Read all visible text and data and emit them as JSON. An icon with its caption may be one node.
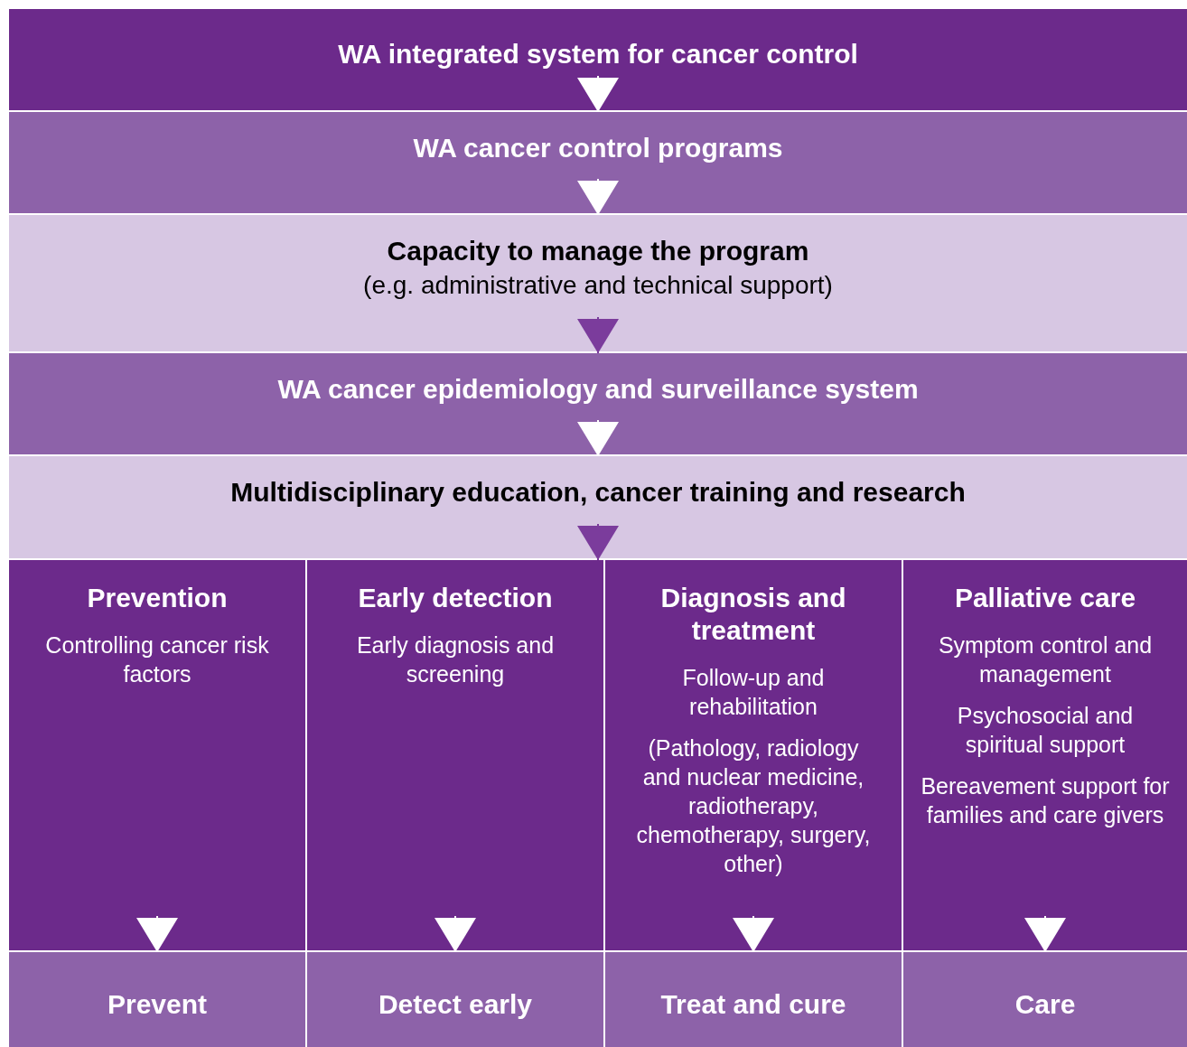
{
  "diagram": {
    "nodes": [
      {
        "text": [
          "WA integrated system for cancer control"
        ]
      },
      {
        "text": [
          "WA cancer control programs"
        ]
      },
      {
        "text": [
          "Capacity to manage the program",
          "(e.g. administrative and technical support)"
        ]
      },
      {
        "text": [
          "WA cancer epidemiology and surveillance system"
        ]
      },
      {
        "text": [
          "Multidisciplinary education, cancer training and research"
        ]
      },
      {
        "text": [
          "Prevention",
          "Controlling cancer risk factors"
        ]
      },
      {
        "text": [
          "Early detection",
          "Early diagnosis and screening"
        ]
      },
      {
        "text": [
          "Diagnosis and treatment",
          "Follow-up and rehabilitation",
          "(Pathology, radiology and nuclear medicine, radiotherapy, chemotherapy, surgery, other)"
        ]
      },
      {
        "text": [
          "Palliative care",
          "Symptom control and management",
          "Psychosocial and spiritual support",
          "Bereavement support for families and care givers"
        ]
      },
      {
        "text": [
          "Prevent"
        ]
      },
      {
        "text": [
          "Detect early"
        ]
      },
      {
        "text": [
          "Treat and cure"
        ]
      },
      {
        "text": [
          "Care"
        ]
      }
    ],
    "edges": [
      {
        "from": 0,
        "to": 1,
        "arrow": "to"
      },
      {
        "from": 1,
        "to": 2,
        "arrow": "to"
      },
      {
        "from": 2,
        "to": 3,
        "arrow": "to",
        "color": "#7b3c9c"
      },
      {
        "from": 3,
        "to": 4,
        "arrow": "to"
      },
      {
        "from": 4,
        "to": 6,
        "arrow": "to",
        "color": "#7b3c9c"
      },
      {
        "from": 5,
        "to": 9,
        "arrow": "to"
      },
      {
        "from": 6,
        "to": 10,
        "arrow": "to"
      },
      {
        "from": 7,
        "to": 11,
        "arrow": "to"
      },
      {
        "from": 8,
        "to": 12,
        "arrow": "to"
      }
    ]
  }
}
